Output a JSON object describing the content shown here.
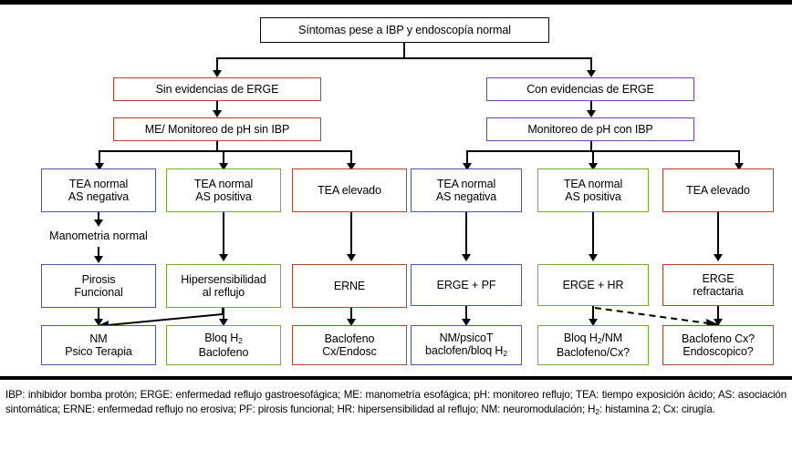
{
  "figure": {
    "type": "flowchart",
    "title_box": "Síntomas pese a IBP y endoscopía normal",
    "branches": {
      "left": {
        "header": "Sin evidencias de ERGE",
        "test": "ME/ Monitoreo de pH sin IBP",
        "color": "#b5442f",
        "columns": [
          {
            "color": "#4a55b0",
            "result_l1": "TEA normal",
            "result_l2": "AS negativa",
            "edge_label": "Manometria normal",
            "diagnosis_l1": "Pirosis",
            "diagnosis_l2": "Funcional",
            "treatment_l1": "NM",
            "treatment_l2": "Psico Terapia"
          },
          {
            "color": "#72b02a",
            "result_l1": "TEA normal",
            "result_l2": "AS positiva",
            "edge_label": "",
            "diagnosis_l1": "Hipersensibilidad",
            "diagnosis_l2": "al reflujo",
            "treatment_l1": "Bloq H2",
            "treatment_l2": "Baclofeno"
          },
          {
            "color": "#b5442f",
            "result_l1": "TEA elevado",
            "result_l2": "",
            "edge_label": "",
            "diagnosis_l1": "ERNE",
            "diagnosis_l2": "",
            "treatment_l1": "Baclofeno",
            "treatment_l2": "Cx/Endosc"
          }
        ]
      },
      "right": {
        "header": "Con evidencias de ERGE",
        "test": "Monitoreo de pH con IBP",
        "color": "#7b3fb5",
        "columns": [
          {
            "color": "#4a55b0",
            "result_l1": "TEA normal",
            "result_l2": "AS negativa",
            "diagnosis_l1": "ERGE + PF",
            "diagnosis_l2": "",
            "treatment_l1": "NM/psicoT",
            "treatment_l2": "baclofen/bloq H2"
          },
          {
            "color": "#72b02a",
            "result_l1": "TEA normal",
            "result_l2": "AS positiva",
            "diagnosis_l1": "ERGE + HR",
            "diagnosis_l2": "",
            "treatment_l1": "Bloq H2/NM",
            "treatment_l2": "Baclofeno/Cx?"
          },
          {
            "color": "#b5442f",
            "result_l1": "TEA elevado",
            "result_l2": "",
            "diagnosis_l1": "ERGE",
            "diagnosis_l2": "refractaria",
            "treatment_l1": "Baclofeno Cx?",
            "treatment_l2": "Endoscopico?"
          }
        ]
      }
    }
  },
  "legend": {
    "line1": "IBP: inhibidor bomba protón; ERGE: enfermedad reflujo gastroesofágica; ME: manometría esofágica; pH: monitoreo reflujo; TEA: tiempo exposición",
    "line2": "ácido; AS: asociación sintomática; ERNE: enfermedad reflujo no erosiva; PF: pirosis funcional; HR: hipersensibilidad al reflujo; NM: neuromodulación;",
    "line3_pre": "H",
    "line3_sub": "2",
    "line3_post": ": histamina 2; Cx: cirugía."
  }
}
